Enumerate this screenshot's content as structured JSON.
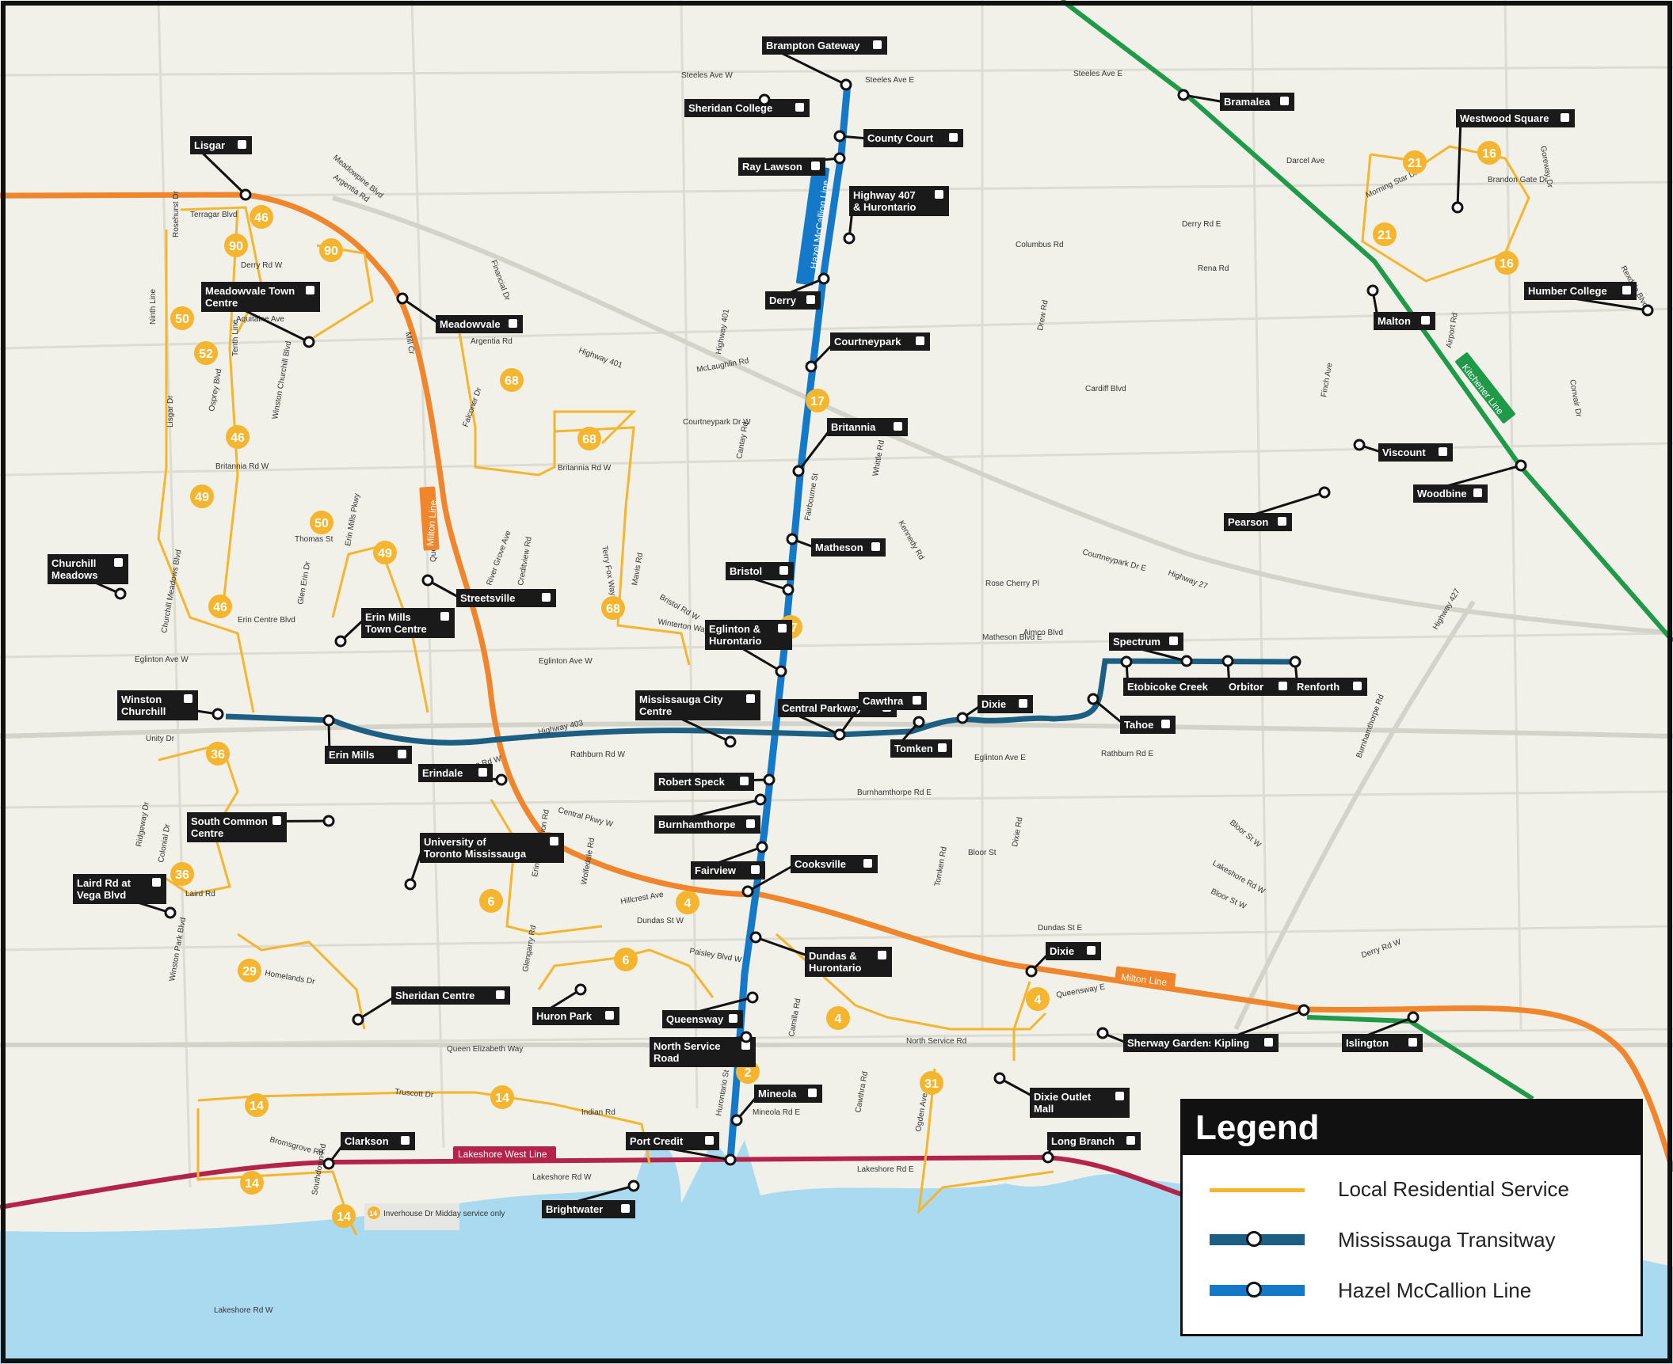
{
  "colors": {
    "background": "#f1f1ea",
    "water": "#a9daf0",
    "local_service": "#f5b52e",
    "transitway": "#1c5f82",
    "hazel_mccallion": "#1479c9",
    "milton": "#f0852b",
    "kitchener": "#1e9a49",
    "lakeshore_west": "#b3234a",
    "label_bg": "#1a1a1a"
  },
  "legend": {
    "title": "Legend",
    "items": [
      {
        "label": "Local Residential Service",
        "color": "#f5b52e"
      },
      {
        "label": "Mississauga Transitway",
        "color": "#1c5f82"
      },
      {
        "label": "Hazel McCallion Line",
        "color": "#1479c9"
      }
    ]
  },
  "line_labels": {
    "hazel": "Hazel McCallion Line",
    "milton_north": "Milton Line",
    "milton_south": "Milton Line",
    "kitchener": "Kitchener Line",
    "lakeshore": "Lakeshore West Line"
  },
  "route_numbers": [
    "46",
    "90",
    "90",
    "50",
    "52",
    "46",
    "49",
    "50",
    "46",
    "68",
    "68",
    "68",
    "17",
    "17",
    "49",
    "36",
    "36",
    "29",
    "4",
    "4",
    "6",
    "6",
    "4",
    "4",
    "2",
    "31",
    "14",
    "14",
    "14",
    "14",
    "21",
    "21",
    "16",
    "16"
  ],
  "note": "Inverhouse Dr Midday service only",
  "note_badge": "14",
  "stations": [
    "Lisgar",
    "Meadowvale Town Centre",
    "Meadowvale",
    "Churchill Meadows",
    "Streetsville",
    "Erin Mills Town Centre",
    "Winston Churchill",
    "Erin Mills",
    "South Common Centre",
    "Laird Rd at Vega Blvd",
    "University of Toronto Mississauga",
    "Sheridan Centre",
    "Clarkson",
    "Brampton Gateway",
    "Sheridan College",
    "County Court",
    "Ray Lawson",
    "Highway 407 & Hurontario",
    "Derry",
    "Courtneypark",
    "Britannia",
    "Matheson",
    "Bristol",
    "Eglinton & Hurontario",
    "Mississauga City Centre",
    "Central Parkway",
    "Erindale",
    "Robert Speck",
    "Burnhamthorpe",
    "Fairview",
    "Cooksville",
    "Dundas & Hurontario",
    "Huron Park",
    "Queensway",
    "North Service Road",
    "Mineola",
    "Port Credit",
    "Brightwater",
    "Cawthra",
    "Tomken",
    "Dixie",
    "Spectrum",
    "Etobicoke Creek",
    "Orbitor",
    "Renforth",
    "Tahoe",
    "Dixie",
    "Sherway Gardens",
    "Kipling",
    "Islington",
    "Dixie Outlet Mall",
    "Long Branch",
    "Bramalea",
    "Westwood Square",
    "Malton",
    "Humber College",
    "Viscount",
    "Woodbine",
    "Pearson"
  ],
  "streets": [
    "Steeles Ave W",
    "Steeles Ave E",
    "Steeles Ave E",
    "Meadowpine Blvd",
    "Argentia Rd",
    "Terragar Blvd",
    "Rosehurst Dr",
    "Derry Rd W",
    "Aquitaine Ave",
    "Ninth Line",
    "Tenth Line",
    "Winston Churchill Blvd",
    "Lisgar Dr",
    "Osprey Blvd",
    "Mill Cr",
    "Argentia Rd",
    "Falconer Dr",
    "Financial Dr",
    "Britannia Rd W",
    "Britannia Rd W",
    "Erin Mills Pkwy",
    "Thomas St",
    "Queen St",
    "River Grove Ave",
    "Creditview Rd",
    "Terry Fox Way",
    "Mavis Rd",
    "Bristol Rd W",
    "Winterton Way",
    "Erin Centre Blvd",
    "Glen Erin Dr",
    "Churchill Meadows Blvd",
    "Eglinton Ave W",
    "Eglinton Ave W",
    "Unity Dr",
    "Highway 403",
    "Rathburn Rd W",
    "Burnhamthorpe Rd W",
    "Central Pkwy W",
    "Ridgeway Dr",
    "Colonial Dr",
    "Laird Rd",
    "Erindale Station Rd",
    "Wolfedale Rd",
    "Hillcrest Ave",
    "Dundas St W",
    "Paisley Blvd W",
    "Glengarry Rd",
    "Homelands Dr",
    "Winston Park Blvd",
    "Queen Elizabeth Way",
    "Truscott Dr",
    "Indian Rd",
    "Bromsgrove Rd",
    "Southdown Rd",
    "Lakeshore Rd W",
    "Lakeshore Rd W",
    "Lakeshore Rd E",
    "Mineola Rd E",
    "Hurontario St",
    "Camilla Rd",
    "Cawthra Rd",
    "Ogden Ave",
    "North Service Rd",
    "Queensway E",
    "Dundas St E",
    "Dixie Rd",
    "Bloor St",
    "Bloor St W",
    "Burnhamthorpe Rd E",
    "Rathburn Rd E",
    "Tomken Rd",
    "Eglinton Ave E",
    "Aimco Blvd",
    "Matheson Blvd E",
    "Rose Cherry Pl",
    "Kennedy Rd",
    "Whittle Rd",
    "Fairbourne St",
    "Cantay Rd",
    "Courtneypark Dr W",
    "McLaughlin Rd",
    "Highway 401",
    "Highway 401",
    "Courtneypark Dr E",
    "Cardiff Blvd",
    "Columbus Rd",
    "Drew Rd",
    "Derry Rd E",
    "Rena Rd",
    "Darcel Ave",
    "Morning Star Dr",
    "Brandon Gate Dr",
    "Goreway Dr",
    "Airport Rd",
    "Finch Ave",
    "Rexdale Blvd",
    "Convair Dr",
    "Highway 27",
    "Highway 427",
    "Burnhamthorpe Rd",
    "Bloor St W",
    "Lakeshore Rd W",
    "Derry Rd W"
  ]
}
